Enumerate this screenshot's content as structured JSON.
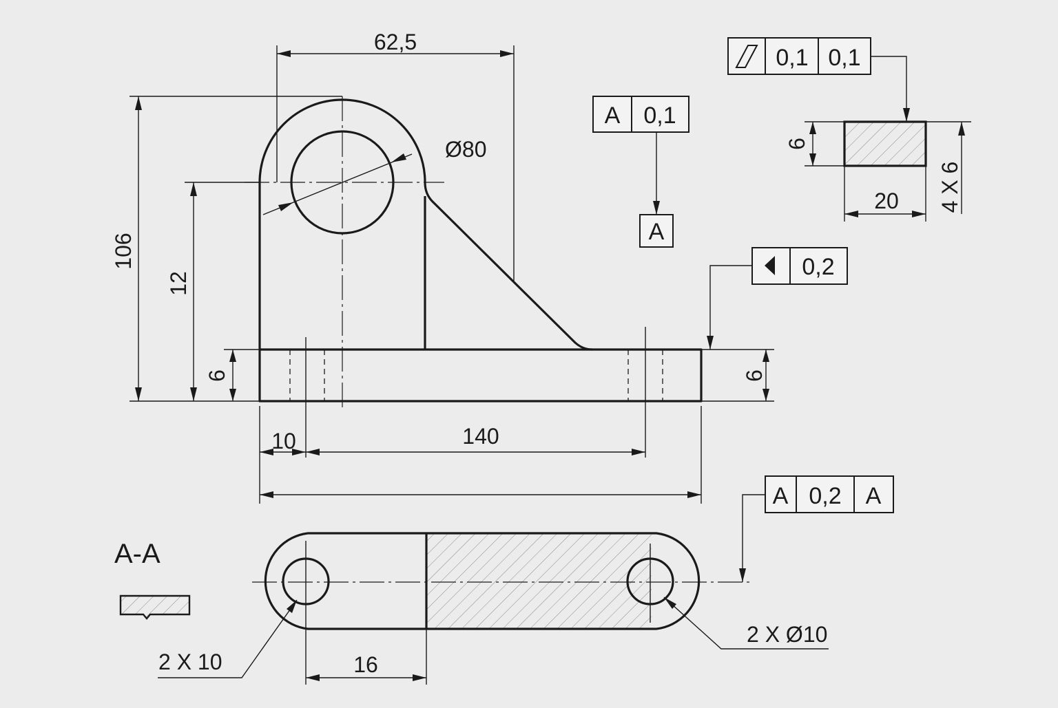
{
  "drawing": {
    "section_label": "A-A",
    "dimensions": {
      "top_width": "62,5",
      "hole_diameter": "Ø80",
      "overall_height": "106",
      "hole_center_height": "12",
      "base_thickness_left": "6",
      "base_thickness_right": "6",
      "edge_to_hole": "10",
      "hole_spacing": "140",
      "bar_thickness": "6",
      "bar_width": "20",
      "bar_size_note": "4 X 6",
      "slot_offset": "16",
      "left_hole_note": "2 X 10",
      "right_hole_note": "2 X Ø10"
    },
    "datum_feature": {
      "A": "A",
      "tolerance": "0,1",
      "datum_label": "A"
    },
    "fcf_parallel": {
      "tol1": "0,1",
      "tol2": "0,1",
      "symbol": "parallelism-icon"
    },
    "fcf_profile": {
      "tolerance": "0,2",
      "symbol": "triangle-icon"
    },
    "fcf_position": {
      "left": "A",
      "tolerance": "0,2",
      "datum": "A"
    }
  }
}
